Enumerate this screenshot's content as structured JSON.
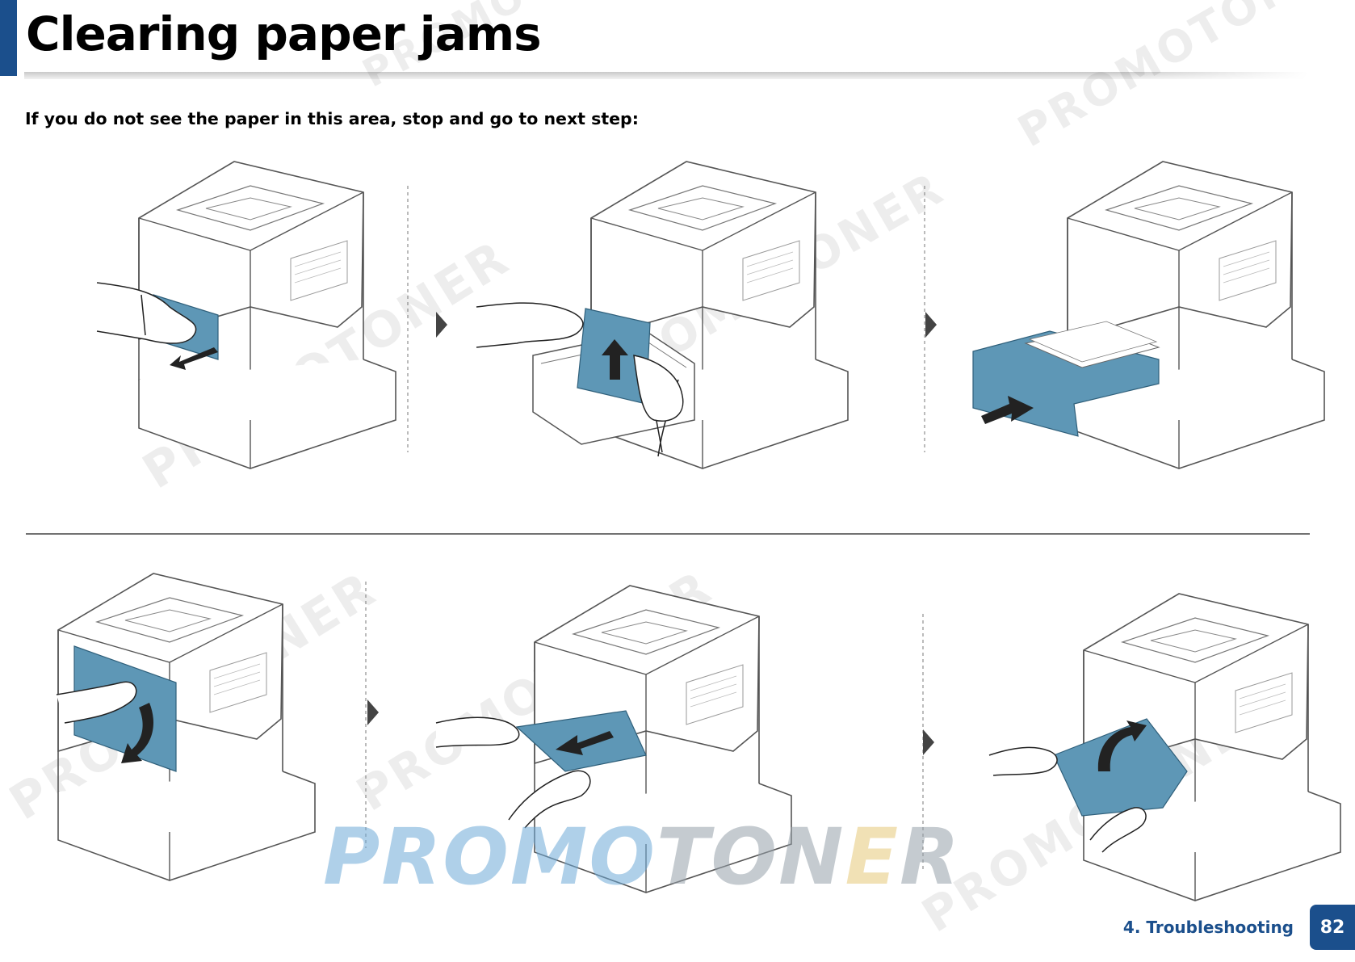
{
  "header": {
    "title": "Clearing paper jams"
  },
  "instruction": "If you do not see the paper in this area, stop and go to next step:",
  "footer": {
    "section": "4. Troubleshooting",
    "page_number": "82"
  },
  "watermark": {
    "text": "PROMOTONER"
  },
  "colors": {
    "accent": "#1b4f8c",
    "paper_highlight": "#5e97b6"
  }
}
